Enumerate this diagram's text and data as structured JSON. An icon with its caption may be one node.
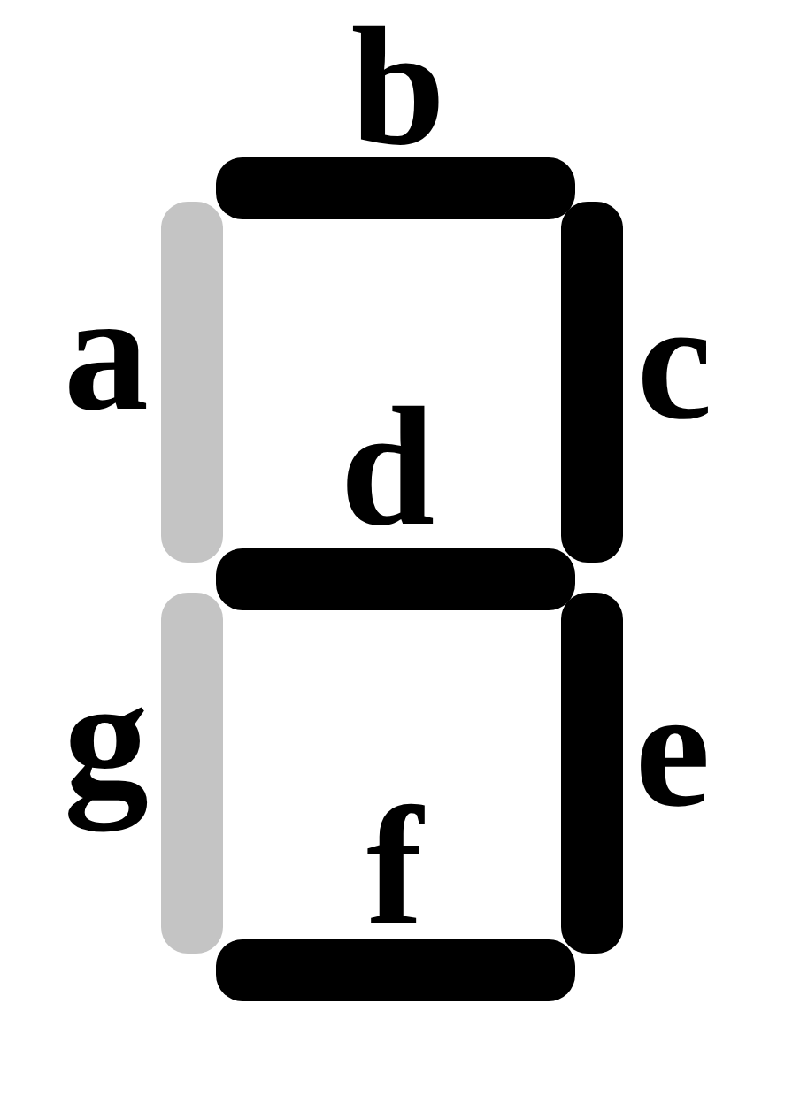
{
  "diagram": {
    "nodes": [
      {
        "text": [
          "b"
        ]
      },
      {
        "text": [
          "a"
        ]
      },
      {
        "text": [
          "c"
        ]
      },
      {
        "text": [
          "d"
        ]
      },
      {
        "text": [
          "g"
        ]
      },
      {
        "text": [
          "e"
        ]
      },
      {
        "text": [
          "f"
        ]
      }
    ]
  }
}
